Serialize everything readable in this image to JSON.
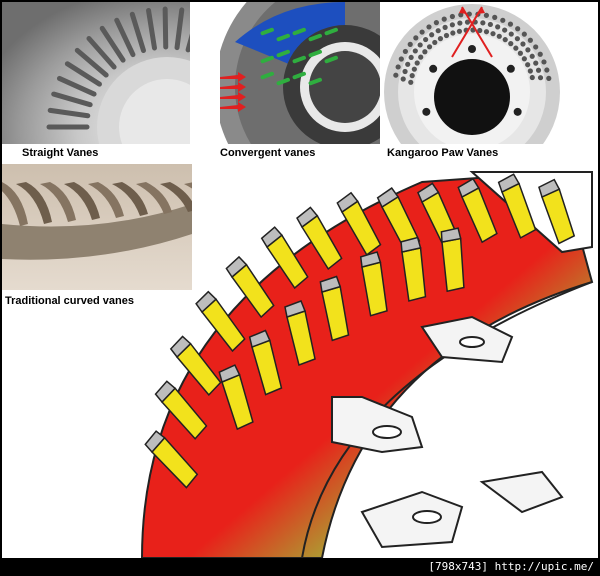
{
  "captions": {
    "straight": "Straight Vanes",
    "convergent": "Convergent vanes",
    "kangaroo": "Kangaroo Paw Vanes",
    "traditional": "Traditional curved vanes"
  },
  "footer": "[798x743] http://upic.me/",
  "colors": {
    "hot": "#e8211a",
    "warm": "#f5d018",
    "cool": "#3bbf3a",
    "vane": "#f2e21c",
    "arrow": "#e02020"
  }
}
